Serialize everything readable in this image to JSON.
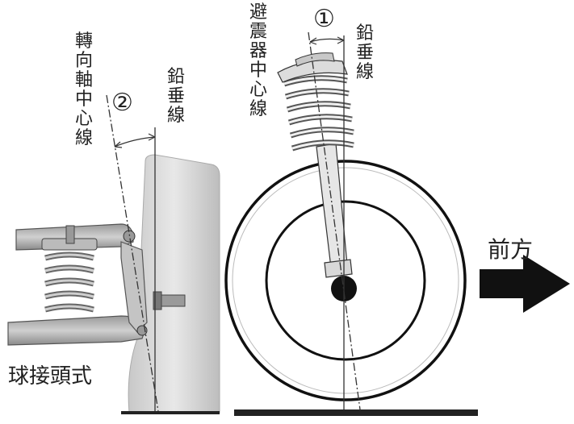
{
  "left_figure": {
    "kingpin_axis_label": "轉向軸中心線",
    "vertical_line_label": "鉛垂線",
    "angle_marker": "②",
    "caption": "球接頭式"
  },
  "right_figure": {
    "strut_axis_label": "避震器中心線",
    "vertical_line_label": "鉛垂線",
    "angle_marker": "①",
    "direction_label": "前方"
  },
  "colors": {
    "line": "#333333",
    "tire_fill": "#d9d9d9",
    "spring": "#555555",
    "arrow": "#111111"
  }
}
